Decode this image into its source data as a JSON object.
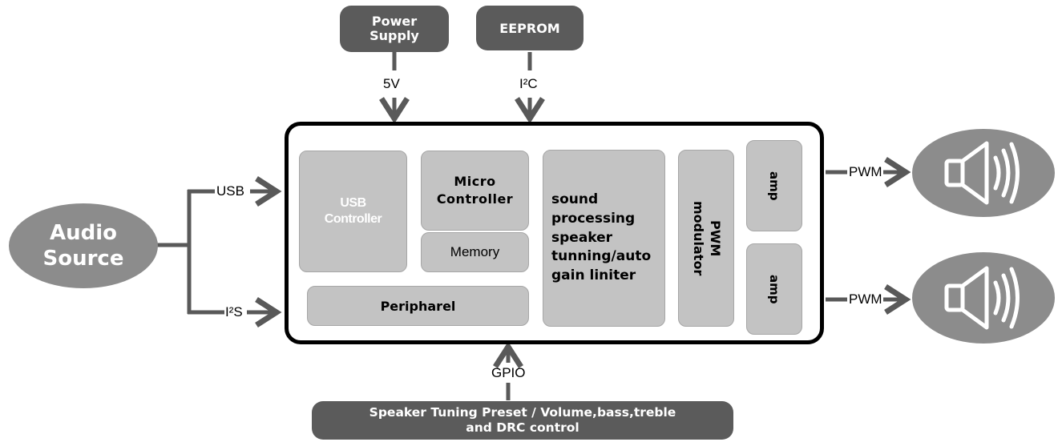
{
  "power_supply": "Power Supply",
  "eeprom": "EEPROM",
  "audio_source": "Audio Source",
  "speaker_control": "Speaker Tuning Preset / Volume,bass,treble and DRC control",
  "signals": {
    "v5": "5V",
    "i2c": "I²C",
    "usb": "USB",
    "i2s": "I²S",
    "gpio": "GPIO",
    "pwm_top": "PWM",
    "pwm_bottom": "PWM"
  },
  "blocks": {
    "usb_controller": "USB Controller",
    "micro_controller": "Micro Controller",
    "memory": "Memory",
    "peripheral": "Peripharel",
    "sound_processing": "sound processing speaker tunning/auto gain liniter",
    "pwm_modulator": "PWM modulator",
    "amp_top": "amp",
    "amp_bottom": "amp"
  },
  "colors": {
    "dark": "#5b5b5b",
    "medium": "#8c8c8c",
    "block": "#c3c3c3",
    "wire": "#595959"
  }
}
